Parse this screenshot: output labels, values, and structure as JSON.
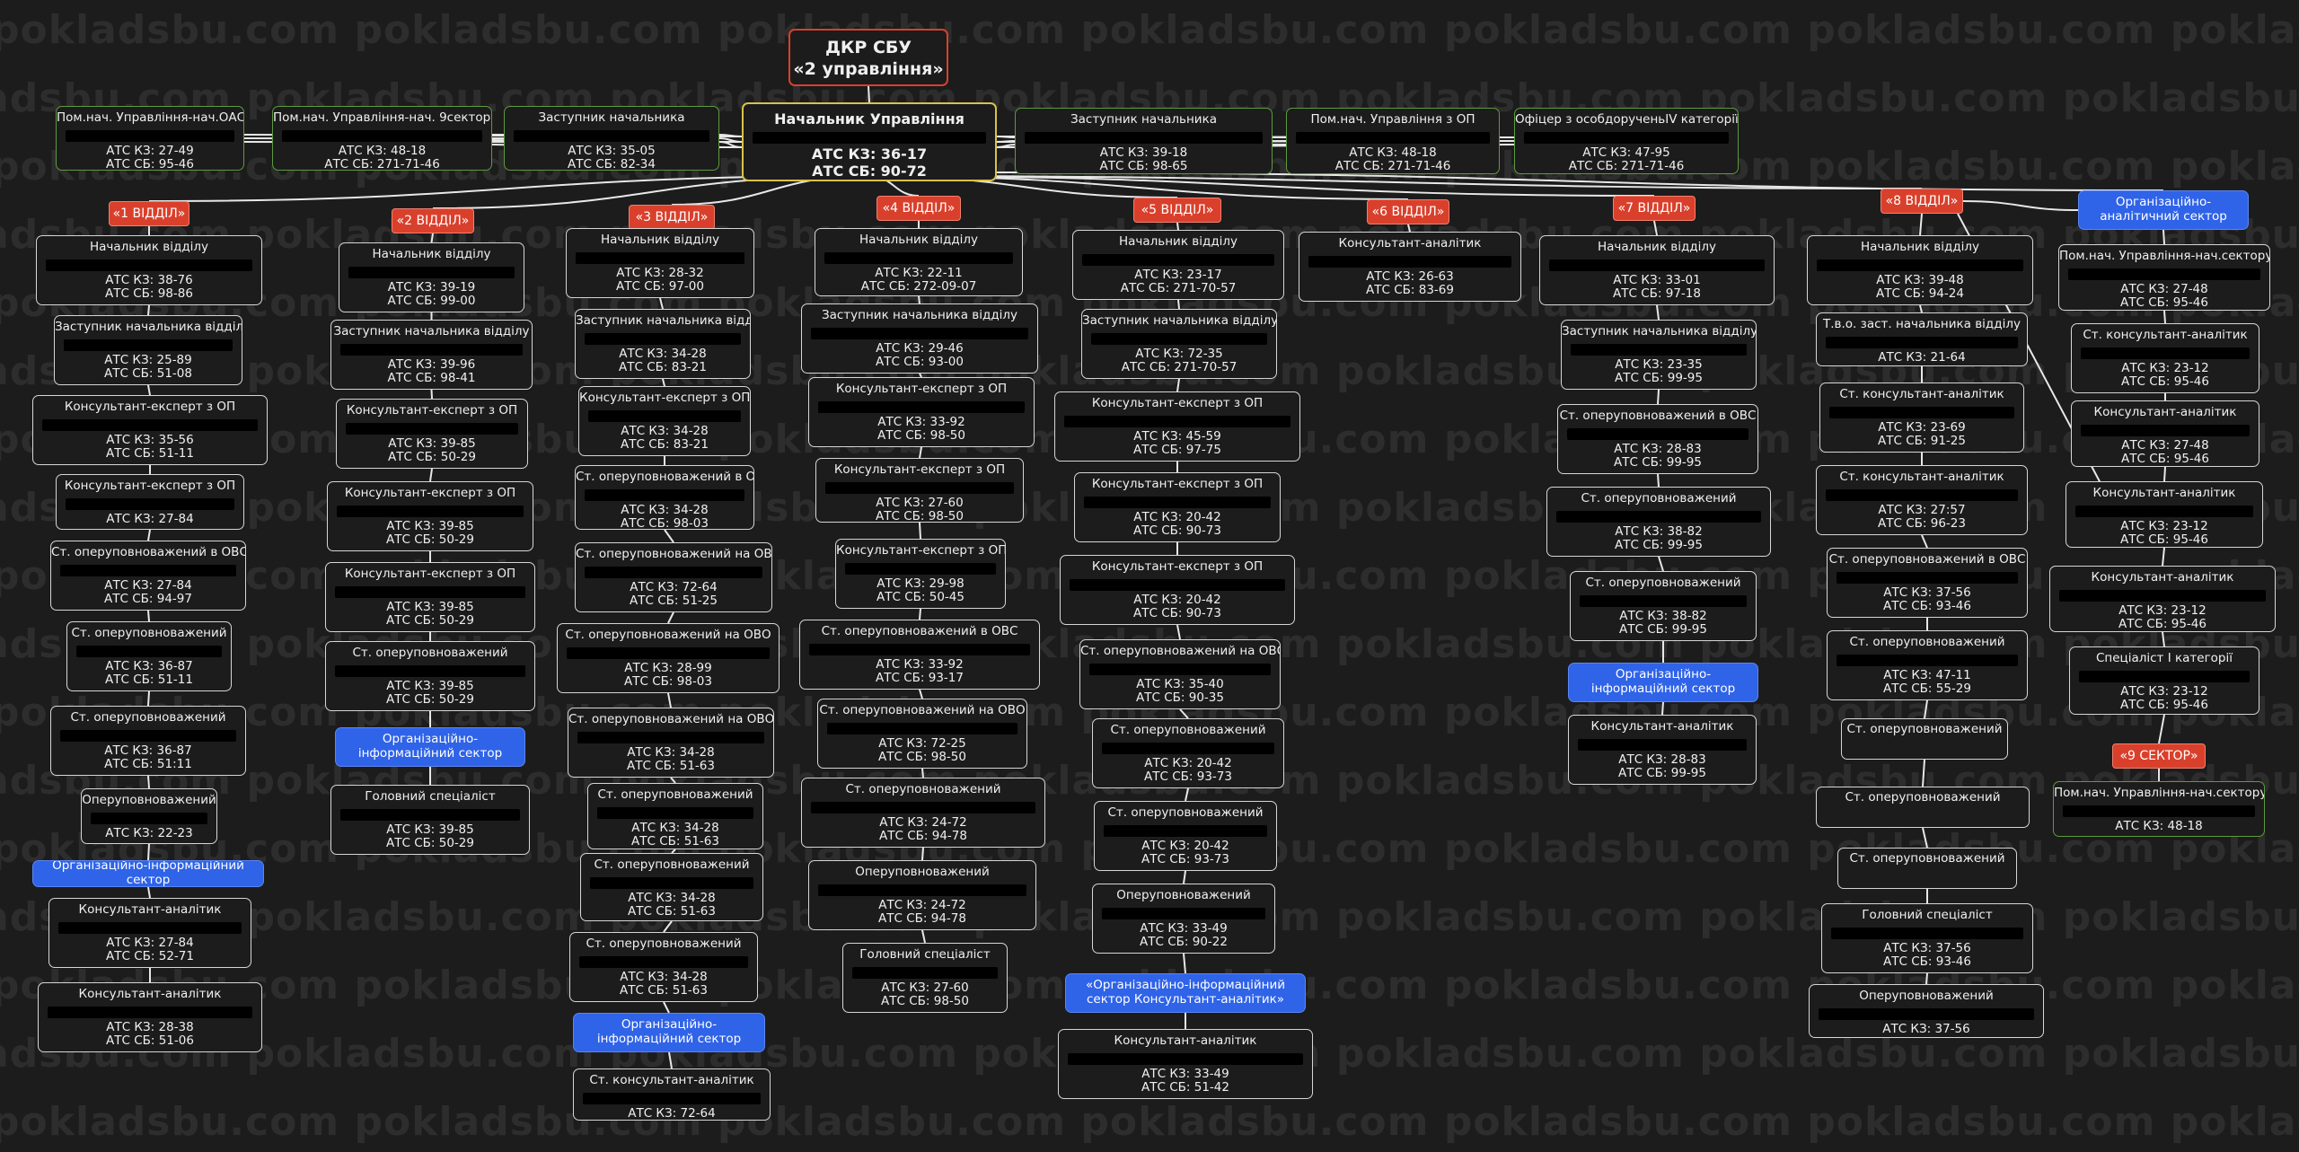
{
  "watermark": "pokladsbu.com",
  "root": {
    "line1": "ДКР СБУ",
    "line2": "«2 управління»"
  },
  "chief": {
    "title": "Начальник Управління",
    "l1": "АТС КЗ: 36-17",
    "l2": "АТС СБ: 90-72"
  },
  "top_staff": [
    {
      "title": "Пом.нач. Управління-нач.ОАС",
      "l1": "АТС КЗ: 27-49",
      "l2": "АТС СБ: 95-46"
    },
    {
      "title": "Пом.нач. Управління-нач. 9сектору",
      "l1": "АТС КЗ: 48-18",
      "l2": "АТС СБ:  271-71-46"
    },
    {
      "title": "Заступник начальника",
      "l1": "АТС КЗ: 35-05",
      "l2": "АТС СБ: 82-34"
    },
    {
      "title": "Заступник начальника",
      "l1": "АТС КЗ: 39-18",
      "l2": "АТС СБ: 98-65"
    },
    {
      "title": "Пом.нач. Управління з ОП",
      "l1": "АТС КЗ: 48-18",
      "l2": "АТС СБ: 271-71-46"
    },
    {
      "title": "Офіцер з особдорученьIV категорії",
      "l1": "АТС КЗ: 47-95",
      "l2": "АТС СБ: 271-71-46"
    }
  ],
  "departments": [
    {
      "label": "«1 ВІДДІЛ»",
      "staff": [
        {
          "title": "Начальник відділу",
          "l1": "АТС КЗ: 38-76",
          "l2": "АТС СБ: 98-86"
        },
        {
          "title": "Заступник начальника відділу",
          "l1": "АТС КЗ: 25-89",
          "l2": "АТС СБ: 51-08"
        },
        {
          "title": "Консультант-експерт з ОП",
          "l1": "АТС КЗ: 35-56",
          "l2": "АТС СБ: 51-11"
        },
        {
          "title": "Консультант-експерт з ОП",
          "l1": "АТС КЗ: 27-84",
          "l2": ""
        },
        {
          "title": "Ст. оперуповноважений в ОВС",
          "l1": "АТС КЗ: 27-84",
          "l2": "АТС СБ: 94-97"
        },
        {
          "title": "Ст. оперуповноважений",
          "l1": "АТС КЗ: 36-87",
          "l2": "АТС СБ: 51-11"
        },
        {
          "title": "Ст. оперуповноважений",
          "l1": "АТС КЗ: 36-87",
          "l2": "АТС СБ: 51:11"
        },
        {
          "title": "Оперуповноважений",
          "l1": "АТС КЗ: 22-23",
          "l2": ""
        },
        {
          "title": "Організаційно-інформаційний сектор",
          "l1": "",
          "l2": ""
        },
        {
          "title": "Консультант-аналітик",
          "l1": "АТС КЗ: 27-84",
          "l2": "АТС СБ: 52-71"
        },
        {
          "title": "Консультант-аналітик",
          "l1": "АТС КЗ: 28-38",
          "l2": "АТС СБ: 51-06"
        }
      ]
    },
    {
      "label": "«2 ВІДДІЛ»",
      "staff": [
        {
          "title": "Начальник відділу",
          "l1": "АТС КЗ: 39-19",
          "l2": "АТС СБ: 99-00"
        },
        {
          "title": "Заступник начальника відділу",
          "l1": "АТС КЗ: 39-96",
          "l2": "АТС СБ: 98-41"
        },
        {
          "title": "Консультант-експерт з ОП",
          "l1": "АТС КЗ: 39-85",
          "l2": "АТС СБ: 50-29"
        },
        {
          "title": "Консультант-експерт з ОП",
          "l1": "АТС КЗ: 39-85",
          "l2": "АТС СБ: 50-29"
        },
        {
          "title": "Консультант-експерт з ОП",
          "l1": "АТС КЗ: 39-85",
          "l2": "АТС СБ: 50-29"
        },
        {
          "title": "Ст. оперуповноважений",
          "l1": "АТС КЗ: 39-85",
          "l2": "АТС СБ: 50-29"
        },
        {
          "title": "Організаційно-інформаційний сектор",
          "l1": "",
          "l2": ""
        },
        {
          "title": "Головний спеціаліст",
          "l1": "АТС КЗ: 39-85",
          "l2": "АТС СБ: 50-29"
        }
      ]
    },
    {
      "label": "«3 ВІДДІЛ»",
      "staff": [
        {
          "title": "Начальник відділу",
          "l1": "АТС КЗ: 28-32",
          "l2": "АТС СБ: 97-00"
        },
        {
          "title": "Заступник начальника відділу",
          "l1": "АТС КЗ: 34-28",
          "l2": "АТС СБ: 83-21"
        },
        {
          "title": "Консультант-експерт з ОП",
          "l1": "АТС КЗ: 34-28",
          "l2": "АТС СБ: 83-21"
        },
        {
          "title": "Ст. оперуповноважений в ОВС",
          "l1": "АТС КЗ: 34-28",
          "l2": "АТС СБ: 98-03"
        },
        {
          "title": "Ст. оперуповноважений на ОВО",
          "l1": "АТС КЗ: 72-64",
          "l2": "АТС СБ: 51-25"
        },
        {
          "title": "Ст. оперуповноважений на ОВО",
          "l1": "АТС КЗ: 28-99",
          "l2": "АТС СБ: 98-03"
        },
        {
          "title": "Ст. оперуповноважений на ОВО",
          "l1": "АТС КЗ: 34-28",
          "l2": "АТС СБ: 51-63"
        },
        {
          "title": "Ст. оперуповноважений",
          "l1": "АТС КЗ: 34-28",
          "l2": "АТС СБ: 51-63"
        },
        {
          "title": "Ст. оперуповноважений",
          "l1": "АТС КЗ: 34-28",
          "l2": "АТС СБ: 51-63"
        },
        {
          "title": "Ст. оперуповноважений",
          "l1": "АТС КЗ: 34-28",
          "l2": "АТС СБ: 51-63"
        },
        {
          "title": "Організаційно-інформаційний сектор",
          "l1": "",
          "l2": ""
        },
        {
          "title": "Ст. консультант-аналітик",
          "l1": "АТС КЗ: 72-64",
          "l2": ""
        }
      ]
    },
    {
      "label": "«4 ВІДДІЛ»",
      "staff": [
        {
          "title": "Начальник відділу",
          "l1": "АТС КЗ: 22-11",
          "l2": "АТС СБ: 272-09-07"
        },
        {
          "title": "Заступник начальника відділу",
          "l1": "АТС КЗ: 29-46",
          "l2": "АТС СБ: 93-00"
        },
        {
          "title": "Консультант-експерт з ОП",
          "l1": "АТС КЗ: 33-92",
          "l2": "АТС СБ: 98-50"
        },
        {
          "title": "Консультант-експерт з ОП",
          "l1": "АТС КЗ: 27-60",
          "l2": "АТС СБ: 98-50"
        },
        {
          "title": "Консультант-експерт з ОП",
          "l1": "АТС КЗ: 29-98",
          "l2": "АТС СБ: 50-45"
        },
        {
          "title": "Ст. оперуповноважений в ОВС",
          "l1": "АТС КЗ: 33-92",
          "l2": "АТС СБ: 93-17"
        },
        {
          "title": "Ст. оперуповноважений на ОВО",
          "l1": "АТС КЗ: 72-25",
          "l2": "АТС СБ: 98-50"
        },
        {
          "title": "Ст. оперуповноважений",
          "l1": "АТС КЗ: 24-72",
          "l2": "АТС СБ: 94-78"
        },
        {
          "title": "Оперуповноважений",
          "l1": "АТС КЗ: 24-72",
          "l2": "АТС СБ: 94-78"
        },
        {
          "title": "Головний спеціаліст",
          "l1": "АТС КЗ: 27-60",
          "l2": "АТС СБ: 98-50"
        }
      ]
    },
    {
      "label": "«5 ВІДДІЛ»",
      "staff": [
        {
          "title": "Начальник відділу",
          "l1": "АТС КЗ: 23-17",
          "l2": "АТС СБ: 271-70-57"
        },
        {
          "title": "Заступник начальника відділу",
          "l1": "АТС КЗ: 72-35",
          "l2": "АТС СБ: 271-70-57"
        },
        {
          "title": "Консультант-експерт з ОП",
          "l1": "АТС КЗ: 45-59",
          "l2": "АТС СБ: 97-75"
        },
        {
          "title": "Консультант-експерт з ОП",
          "l1": "АТС КЗ: 20-42",
          "l2": "АТС СБ: 90-73"
        },
        {
          "title": "Консультант-експерт з ОП",
          "l1": "АТС КЗ: 20-42",
          "l2": "АТС СБ: 90-73"
        },
        {
          "title": "Ст. оперуповноважений на ОВО",
          "l1": "АТС КЗ: 35-40",
          "l2": "АТС СБ: 90-35"
        },
        {
          "title": "Ст. оперуповноважений",
          "l1": "АТС КЗ: 20-42",
          "l2": "АТС СБ: 93-73"
        },
        {
          "title": "Ст. оперуповноважений",
          "l1": "АТС КЗ: 20-42",
          "l2": "АТС СБ: 93-73"
        },
        {
          "title": "Оперуповноважений",
          "l1": "АТС КЗ: 33-49",
          "l2": "АТС СБ: 90-22"
        },
        {
          "title": "«Організаційно-інформаційний сектор Консультант-аналітик»",
          "l1": "",
          "l2": ""
        },
        {
          "title": "Консультант-аналітик",
          "l1": "АТС КЗ: 33-49",
          "l2": "АТС СБ: 51-42"
        }
      ]
    },
    {
      "label": "«6 ВІДДІЛ»",
      "staff": [
        {
          "title": "Консультант-аналітик",
          "l1": "АТС КЗ: 26-63",
          "l2": "АТС СБ: 83-69"
        }
      ]
    },
    {
      "label": "«7 ВІДДІЛ»",
      "staff": [
        {
          "title": "Начальник відділу",
          "l1": "АТС КЗ: 33-01",
          "l2": "АТС СБ: 97-18"
        },
        {
          "title": "Заступник начальника відділу",
          "l1": "АТС КЗ: 23-35",
          "l2": "АТС СБ: 99-95"
        },
        {
          "title": "Ст. оперуповноважений в ОВС",
          "l1": "АТС КЗ: 28-83",
          "l2": "АТС СБ: 99-95"
        },
        {
          "title": "Ст. оперуповноважений",
          "l1": "АТС КЗ: 38-82",
          "l2": "АТС СБ: 99-95"
        },
        {
          "title": "Ст. оперуповноважений",
          "l1": "АТС КЗ: 38-82",
          "l2": "АТС СБ: 99-95"
        },
        {
          "title": "Організаційно-інформаційний сектор",
          "l1": "",
          "l2": ""
        },
        {
          "title": "Консультант-аналітик",
          "l1": "АТС КЗ: 28-83",
          "l2": "АТС СБ: 99-95"
        }
      ]
    },
    {
      "label": "«8 ВІДДІЛ»",
      "staff": [
        {
          "title": "Начальник відділу",
          "l1": "АТС КЗ: 39-48",
          "l2": "АТС СБ: 94-24"
        },
        {
          "title": "Т.в.о. заст. начальника відділу",
          "l1": "АТС КЗ: 21-64",
          "l2": ""
        },
        {
          "title": "Ст. консультант-аналітик",
          "l1": "АТС КЗ: 23-69",
          "l2": "АТС СБ: 91-25"
        },
        {
          "title": "Ст. консультант-аналітик",
          "l1": "АТС КЗ: 27:57",
          "l2": "АТС СБ: 96-23"
        },
        {
          "title": "Ст. оперуповноважений в ОВС",
          "l1": "АТС КЗ: 37-56",
          "l2": "АТС СБ: 93-46"
        },
        {
          "title": "Ст. оперуповноважений",
          "l1": "АТС КЗ: 47-11",
          "l2": "АТС СБ: 55-29"
        },
        {
          "title": "Ст. оперуповноважений",
          "l1": "",
          "l2": ""
        },
        {
          "title": "Ст. оперуповноважений",
          "l1": "",
          "l2": ""
        },
        {
          "title": "Ст. оперуповноважений",
          "l1": "",
          "l2": ""
        },
        {
          "title": "Головний спеціаліст",
          "l1": "АТС КЗ: 37-56",
          "l2": "АТС СБ: 93-46"
        },
        {
          "title": "Оперуповноважений",
          "l1": "АТС КЗ: 37-56",
          "l2": ""
        }
      ]
    }
  ],
  "oas_sector": {
    "label": "Організаційно-аналітичний сектор",
    "staff": [
      {
        "title": "Пом.нач. Управління-нач.сектору",
        "l1": "АТС КЗ: 27-48",
        "l2": "АТС СБ: 95-46"
      },
      {
        "title": "Ст. консультант-аналітик",
        "l1": "АТС КЗ: 23-12",
        "l2": "АТС СБ: 95-46"
      },
      {
        "title": "Консультант-аналітик",
        "l1": "АТС КЗ: 27-48",
        "l2": "АТС СБ: 95-46"
      },
      {
        "title": "Консультант-аналітик",
        "l1": "АТС КЗ: 23-12",
        "l2": "АТС СБ: 95-46"
      },
      {
        "title": "Консультант-аналітик",
        "l1": "АТС КЗ: 23-12",
        "l2": "АТС СБ: 95-46"
      },
      {
        "title": "Спеціаліст І категорії",
        "l1": "АТС КЗ: 23-12",
        "l2": "АТС СБ: 95-46"
      }
    ]
  },
  "sector9": {
    "label": "«9 СЕКТОР»",
    "staff": [
      {
        "title": "Пом.нач. Управління-нач.сектору",
        "l1": "АТС КЗ: 48-18",
        "l2": ""
      }
    ]
  }
}
